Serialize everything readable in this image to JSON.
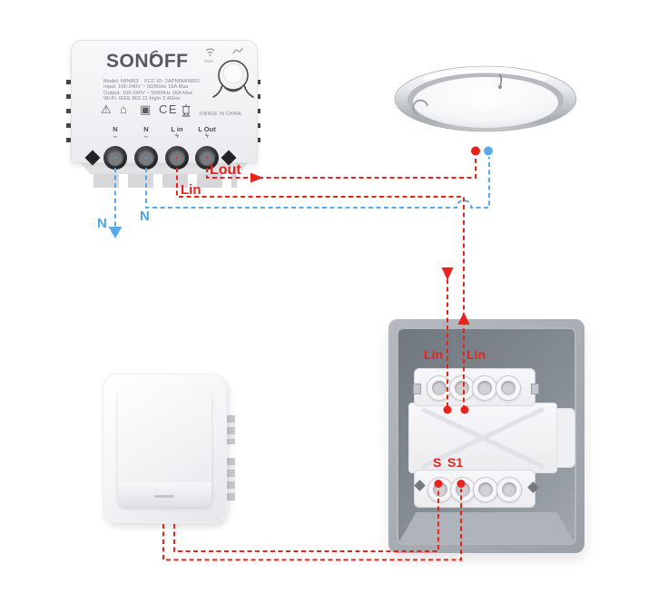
{
  "scene": {
    "components": [
      "sonoff-mini-r3-switch",
      "ceiling-light",
      "wall-rocker-switch",
      "flush-mount-wall-box"
    ]
  },
  "device": {
    "brand": "SONOFF",
    "specs": [
      "Model: MINIR3    FCC ID: 2APN5MINIR3",
      "Input: 100-240V ~ 50/60Hz 16A Max",
      "Output: 100-240V ~ 50/60Hz 16A Max",
      "Wi-Fi: IEEE 802.11 b/g/n 2.4GHz"
    ],
    "made_in": "ⓇMADE IN CHINA",
    "glyphs": {
      "warning": "⚠",
      "house": "⌂",
      "class2": "▣",
      "ce": "CE"
    },
    "terminals": [
      {
        "label": "N",
        "symbol": "∼",
        "color": "#3aa2e9"
      },
      {
        "label": "N",
        "symbol": "∼",
        "color": "#3aa2e9"
      },
      {
        "label": "L in",
        "symbol": "ϟ",
        "color": "#e8231d"
      },
      {
        "label": "L Out",
        "symbol": "ϟ",
        "color": "#e8231d"
      }
    ]
  },
  "wiring": {
    "labels": {
      "lout": "Lout",
      "lin": "Lin",
      "n_supply": "N",
      "n_branch": "N",
      "box_lin_left": "Lin",
      "box_lin_right": "Lin",
      "s": "S",
      "s1": "S1"
    },
    "colors": {
      "live": "#e8231d",
      "neutral": "#58aaec"
    }
  }
}
